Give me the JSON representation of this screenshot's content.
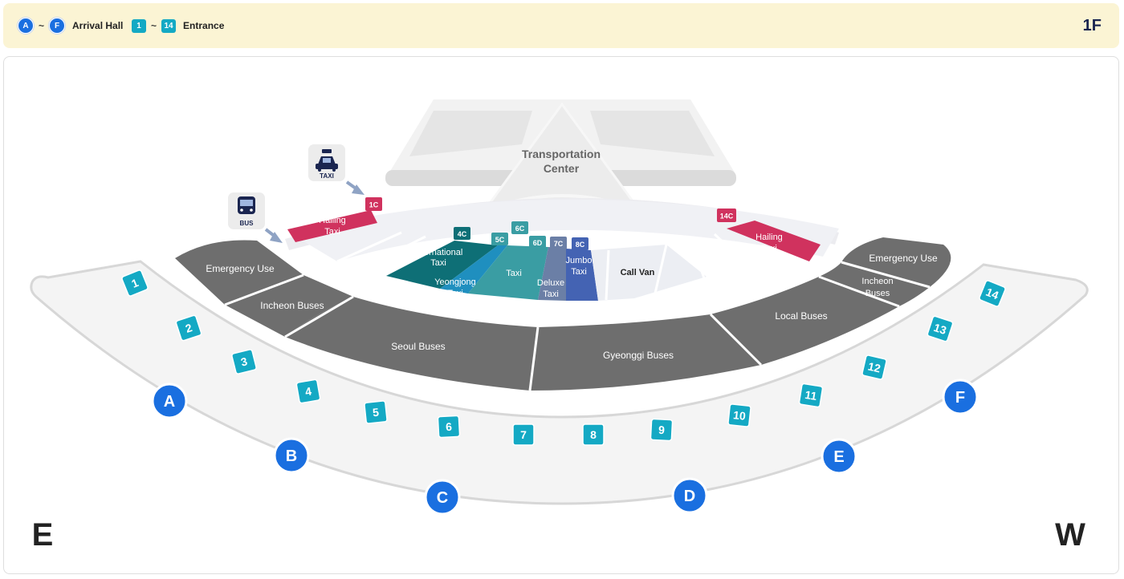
{
  "legend": {
    "hall_from": "A",
    "hall_to": "F",
    "tilde": "~",
    "hall_label": "Arrival Hall",
    "entrance_from": "1",
    "entrance_to": "14",
    "entrance_label": "Entrance"
  },
  "floor": "1F",
  "compass": {
    "left": "E",
    "right": "W"
  },
  "transportation_center": {
    "line1": "Transportation",
    "line2": "Center"
  },
  "icons": {
    "taxi": {
      "label": "TAXI",
      "icon": "taxi-icon"
    },
    "bus": {
      "label": "BUS",
      "icon": "bus-icon"
    }
  },
  "zones": {
    "hailing_taxi_left": {
      "line1": "Hailing",
      "line2": "Taxi"
    },
    "hailing_taxi_right": {
      "line1": "Hailing",
      "line2": "Taxi"
    },
    "international_taxi": {
      "line1": "International",
      "line2": "Taxi"
    },
    "yeongjong_taxi": {
      "line1": "Yeongjong",
      "line2": "Taxi"
    },
    "taxi": "Taxi",
    "deluxe_taxi": {
      "line1": "Deluxe",
      "line2": "Taxi"
    },
    "jumbo_taxi": {
      "line1": "Jumbo",
      "line2": "Taxi"
    },
    "call_van": "Call Van",
    "emergency_use_left": "Emergency Use",
    "emergency_use_right": "Emergency Use",
    "incheon_buses_left": "Incheon Buses",
    "incheon_buses_right": {
      "line1": "Incheon",
      "line2": "Buses"
    },
    "seoul_buses": "Seoul Buses",
    "gyeonggi_buses": "Gyeonggi  Buses",
    "local_buses": "Local Buses"
  },
  "stop_tags": [
    "1C",
    "4C",
    "5C",
    "6C",
    "6D",
    "7C",
    "8C",
    "14C"
  ],
  "entrances": [
    "1",
    "2",
    "3",
    "4",
    "5",
    "6",
    "7",
    "8",
    "9",
    "10",
    "11",
    "12",
    "13",
    "14"
  ],
  "arrival_halls": [
    "A",
    "B",
    "C",
    "D",
    "E",
    "F"
  ],
  "colors": {
    "hall": "#1a6fe0",
    "entrance": "#14a9c4",
    "bus_zone": "#6e6e6e",
    "hailing": "#d0325e",
    "intl_taxi": "#0e6f76",
    "yeongjong": "#1f8fbf",
    "taxi": "#3a9da3",
    "deluxe": "#6b7fa6",
    "jumbo": "#4463b3"
  }
}
